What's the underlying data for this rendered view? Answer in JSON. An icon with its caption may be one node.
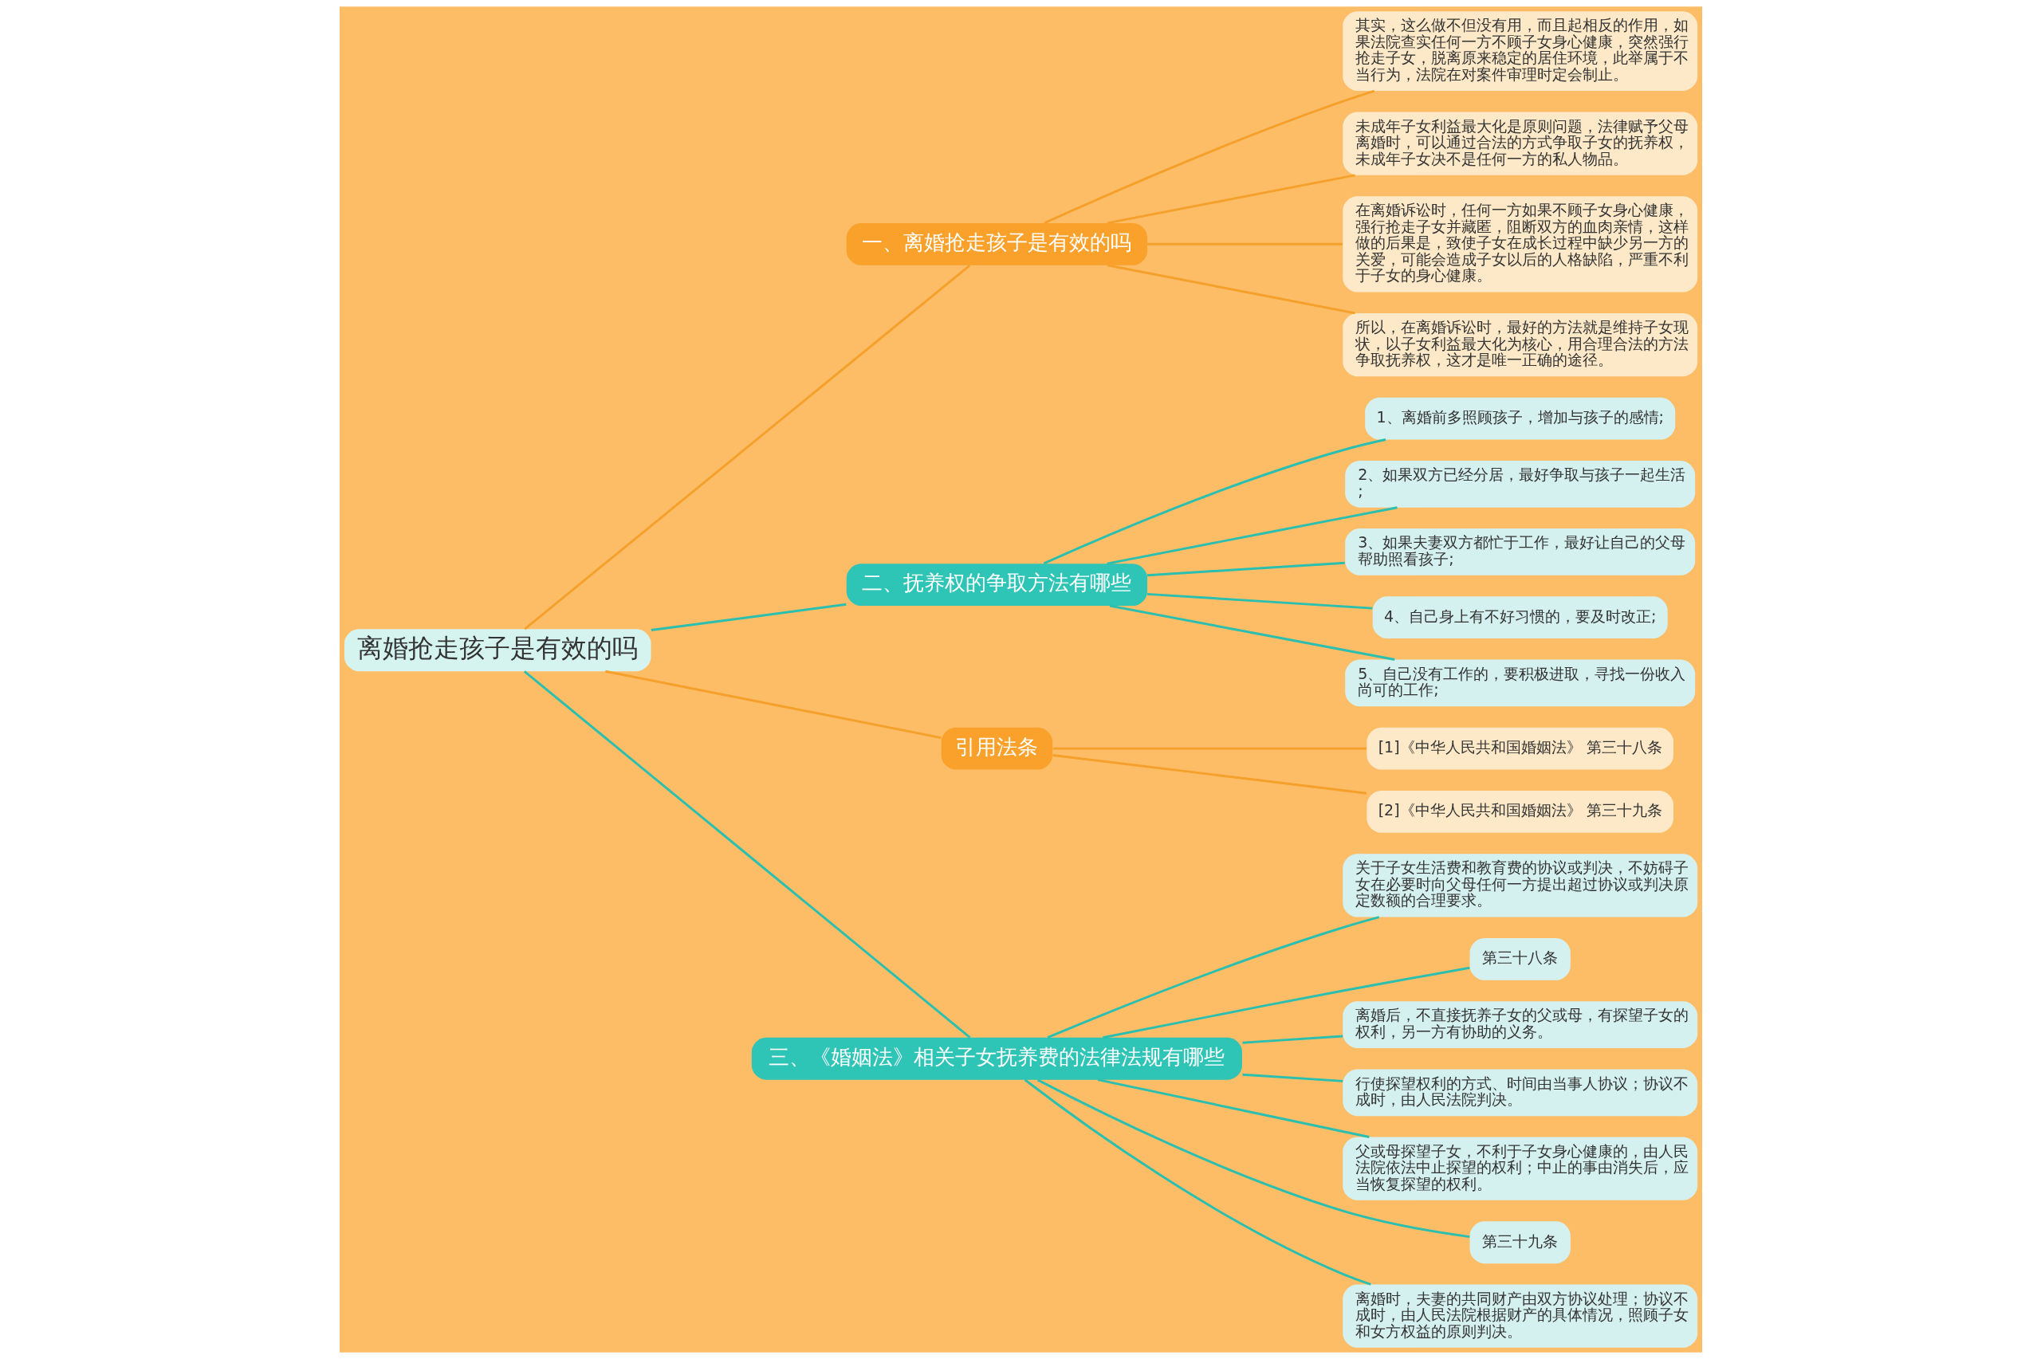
{
  "diagram": {
    "nodes": [
      {
        "text": [
          "离婚抢走孩子是有效的吗"
        ]
      },
      {
        "text": [
          "一、离婚抢走孩子是有效的吗"
        ]
      },
      {
        "text": [
          "其实，这么做不但没有用，而且起相反的作用，如果法院查实任何一方不顾子女身心健康，突然强行抢走子女，脱离原来稳定的居住环境，此举属于不当行为，法院在对案件审理时定会制止。"
        ]
      },
      {
        "text": [
          "未成年子女利益最大化是原则问题，法律赋予父母离婚时，可以通过合法的方式争取子女的抚养权，未成年子女决不是任何一方的私人物品。"
        ]
      },
      {
        "text": [
          "在离婚诉讼时，任何一方如果不顾子女身心健康，强行抢走子女并藏匿，阻断双方的血肉亲情，这样做的后果是，致使子女在成长过程中缺少另一方的关爱，可能会造成子女以后的人格缺陷，严重不利于子女的身心健康。"
        ]
      },
      {
        "text": [
          "所以，在离婚诉讼时，最好的方法就是维持子女现状，以子女利益最大化为核心，用合理合法的方法争取抚养权，这才是唯一正确的途径。"
        ]
      },
      {
        "text": [
          "二、抚养权的争取方法有哪些"
        ]
      },
      {
        "text": [
          "1、离婚前多照顾孩子，增加与孩子的感情;"
        ]
      },
      {
        "text": [
          "2、如果双方已经分居，最好争取与孩子一起生活;"
        ]
      },
      {
        "text": [
          "3、如果夫妻双方都忙于工作，最好让自己的父母帮助照看孩子;"
        ]
      },
      {
        "text": [
          "4、自己身上有不好习惯的，要及时改正;"
        ]
      },
      {
        "text": [
          "5、自己没有工作的，要积极进取，寻找一份收入尚可的工作;"
        ]
      },
      {
        "text": [
          "引用法条"
        ]
      },
      {
        "text": [
          "[1]《中华人民共和国婚姻法》 第三十八条"
        ]
      },
      {
        "text": [
          "[2]《中华人民共和国婚姻法》 第三十九条"
        ]
      },
      {
        "text": [
          "三、《婚姻法》相关子女抚养费的法律法规有哪些"
        ]
      },
      {
        "text": [
          "关于子女生活费和教育费的协议或判决，不妨碍子女在必要时向父母任何一方提出超过协议或判决原定数额的合理要求。"
        ]
      },
      {
        "text": [
          "第三十八条"
        ]
      },
      {
        "text": [
          "离婚后，不直接抚养子女的父或母，有探望子女的权利，另一方有协助的义务。"
        ]
      },
      {
        "text": [
          "行使探望权利的方式、时间由当事人协议；协议不成时，由人民法院判决。"
        ]
      },
      {
        "text": [
          "父或母探望子女，不利于子女身心健康的，由人民法院依法中止探望的权利；中止的事由消失后，应当恢复探望的权利。"
        ]
      },
      {
        "text": [
          "第三十九条"
        ]
      },
      {
        "text": [
          "离婚时，夫妻的共同财产由双方协议处理；协议不成时，由人民法院根据财产的具体情况，照顾子女和女方权益的原则判决。"
        ]
      }
    ],
    "edges": [
      {
        "from": 0,
        "to": 1,
        "arrow": "none",
        "color": "#f5a02a"
      },
      {
        "from": 1,
        "to": 2,
        "arrow": "none",
        "color": "#f5a02a"
      },
      {
        "from": 1,
        "to": 3,
        "arrow": "none",
        "color": "#f5a02a"
      },
      {
        "from": 1,
        "to": 4,
        "arrow": "none",
        "color": "#f5a02a"
      },
      {
        "from": 1,
        "to": 5,
        "arrow": "none",
        "color": "#f5a02a"
      },
      {
        "from": 0,
        "to": 6,
        "arrow": "none"
      },
      {
        "from": 6,
        "to": 7,
        "arrow": "none"
      },
      {
        "from": 6,
        "to": 8,
        "arrow": "none"
      },
      {
        "from": 6,
        "to": 9,
        "arrow": "none"
      },
      {
        "from": 6,
        "to": 10,
        "arrow": "none"
      },
      {
        "from": 6,
        "to": 11,
        "arrow": "none"
      },
      {
        "from": 0,
        "to": 12,
        "arrow": "none",
        "color": "#f5a02a"
      },
      {
        "from": 12,
        "to": 13,
        "arrow": "none",
        "color": "#f5a02a"
      },
      {
        "from": 12,
        "to": 14,
        "arrow": "none",
        "color": "#f5a02a"
      },
      {
        "from": 0,
        "to": 15,
        "arrow": "none"
      },
      {
        "from": 15,
        "to": 16,
        "arrow": "none"
      },
      {
        "from": 15,
        "to": 17,
        "arrow": "none"
      },
      {
        "from": 15,
        "to": 18,
        "arrow": "none"
      },
      {
        "from": 15,
        "to": 19,
        "arrow": "none"
      },
      {
        "from": 15,
        "to": 20,
        "arrow": "none"
      },
      {
        "from": 15,
        "to": 21,
        "arrow": "none"
      },
      {
        "from": 15,
        "to": 22,
        "arrow": "none"
      }
    ]
  }
}
